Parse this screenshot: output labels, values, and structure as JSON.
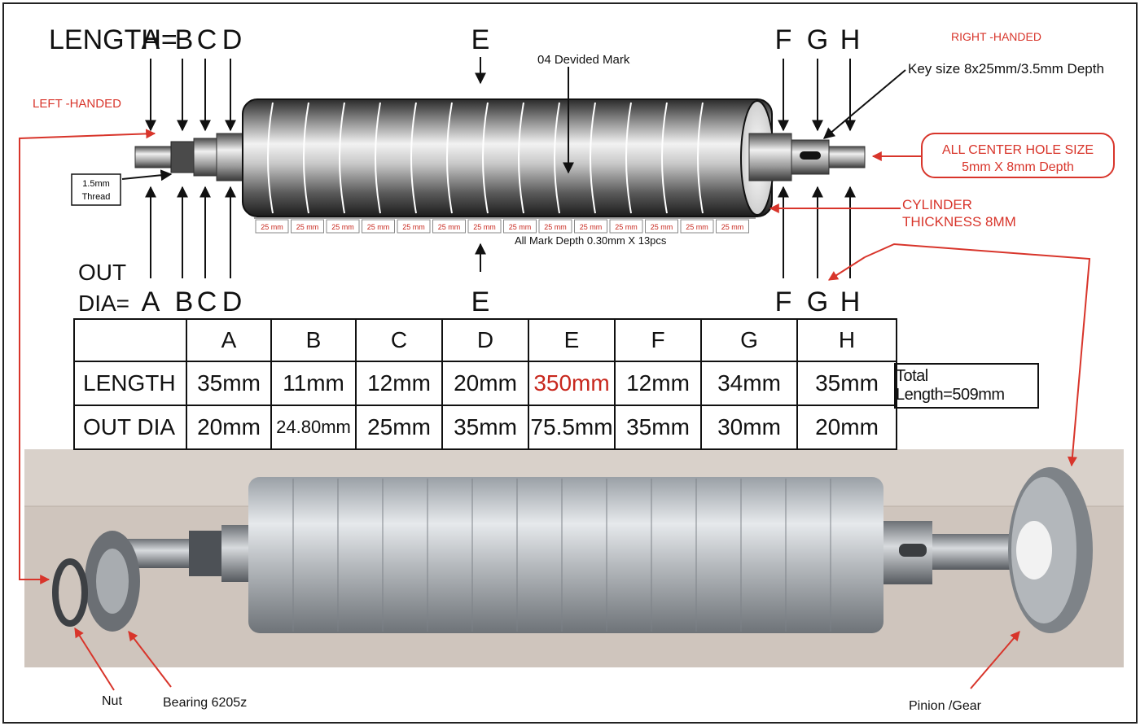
{
  "header": {
    "length_label": "LENGTH=",
    "out_dia_label_1": "OUT",
    "out_dia_label_2": "DIA=",
    "letters": [
      "A",
      "B",
      "C",
      "D",
      "E",
      "F",
      "G",
      "H"
    ]
  },
  "annotations": {
    "left_handed": "LEFT -HANDED",
    "right_handed": "RIGHT -HANDED",
    "thread_1": "1.5mm",
    "thread_2": "Thread",
    "devided_mark": "04 Devided Mark",
    "key_size": "Key size 8x25mm/3.5mm  Depth",
    "center_hole_1": "ALL CENTER HOLE SIZE",
    "center_hole_2": "5mm X 8mm Depth",
    "cylinder_1": "CYLINDER",
    "cylinder_2": "THICKNESS 8MM",
    "mark_depth": "All Mark Depth 0.30mm X 13pcs",
    "segment_label": "25 mm",
    "nut": "Nut",
    "bearing": "Bearing 6205z",
    "pinion": "Pinion /Gear"
  },
  "table": {
    "headers": [
      "",
      "A",
      "B",
      "C",
      "D",
      "E",
      "F",
      "G",
      "H"
    ],
    "length_label": "LENGTH",
    "length": [
      "35mm",
      "11mm",
      "12mm",
      "20mm",
      "350mm",
      "12mm",
      "34mm",
      "35mm"
    ],
    "out_dia_label": "OUT DIA",
    "out_dia": [
      "20mm",
      "24.80mm",
      "25mm",
      "35mm",
      "75.5mm",
      "35mm",
      "30mm",
      "20mm"
    ],
    "total": "Total Length=509mm"
  },
  "colors": {
    "annotation_red": "#d8352b",
    "highlight_red": "#c8281e",
    "photo_bg": "#cfc5bd"
  }
}
